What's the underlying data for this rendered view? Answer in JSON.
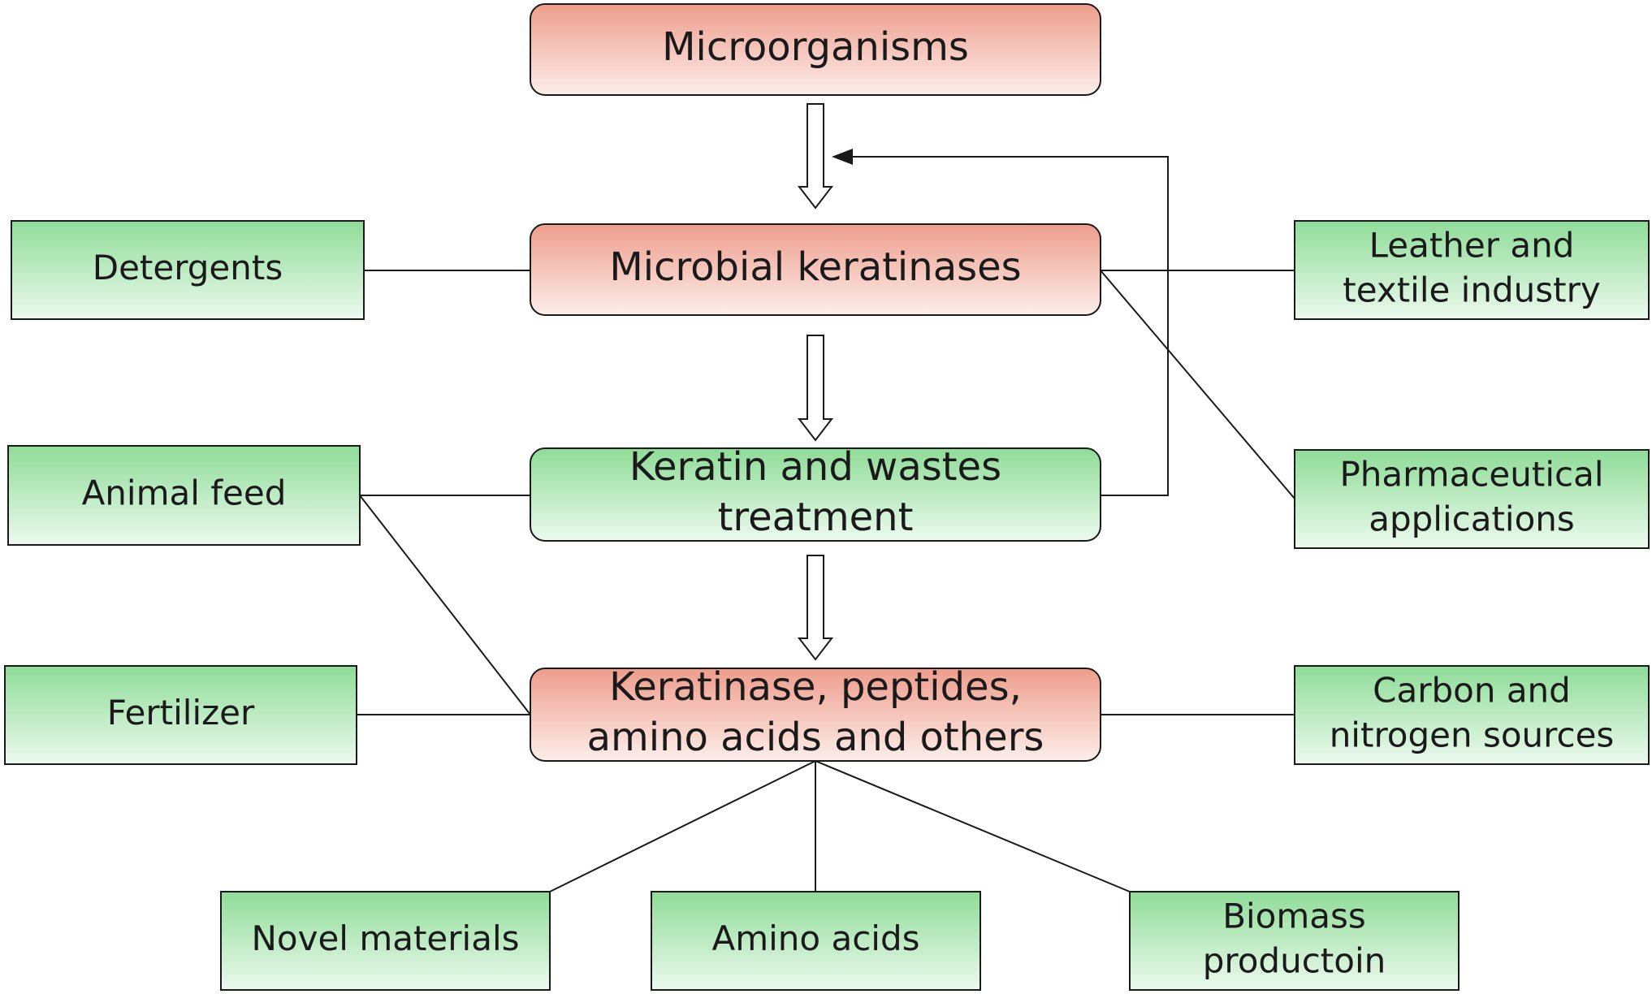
{
  "colors": {
    "main_box_top": "#ee9d8c",
    "main_box_bottom": "#fdeeea",
    "app_box_top": "#8fdc98",
    "app_box_bottom": "#ecfaee",
    "border": "#1a1a1a",
    "connector": "#1a1a1a"
  },
  "nodes": {
    "microorganisms": {
      "lines": [
        "Microorganisms"
      ],
      "style": "main"
    },
    "keratinases": {
      "lines": [
        "Microbial keratinases"
      ],
      "style": "main"
    },
    "keratin_treatment": {
      "lines": [
        "Keratin and wastes",
        "treatment"
      ],
      "style": "app"
    },
    "products": {
      "lines": [
        "Keratinase, peptides,",
        "amino acids and others"
      ],
      "style": "main"
    },
    "detergents": {
      "lines": [
        "Detergents"
      ],
      "style": "app"
    },
    "leather": {
      "lines": [
        "Leather and",
        "textile industry"
      ],
      "style": "app"
    },
    "pharmaceutical": {
      "lines": [
        "Pharmaceutical",
        "applications"
      ],
      "style": "app"
    },
    "animal_feed": {
      "lines": [
        "Animal feed"
      ],
      "style": "app"
    },
    "fertilizer": {
      "lines": [
        "Fertilizer"
      ],
      "style": "app"
    },
    "carbon_nitrogen": {
      "lines": [
        "Carbon and",
        "nitrogen sources"
      ],
      "style": "app"
    },
    "novel_materials": {
      "lines": [
        "Novel materials"
      ],
      "style": "app"
    },
    "amino_acids": {
      "lines": [
        "Amino acids"
      ],
      "style": "app"
    },
    "biomass": {
      "lines": [
        "Biomass",
        "productoin"
      ],
      "style": "app"
    }
  },
  "edges": [
    {
      "from": "microorganisms",
      "to": "keratinases",
      "kind": "block-arrow"
    },
    {
      "from": "keratinases",
      "to": "keratin_treatment",
      "kind": "block-arrow"
    },
    {
      "from": "keratin_treatment",
      "to": "products",
      "kind": "block-arrow"
    },
    {
      "from": "keratin_treatment",
      "to": "keratinases",
      "kind": "feedback-arrow"
    },
    {
      "from": "keratinases",
      "to": "detergents",
      "kind": "line"
    },
    {
      "from": "keratinases",
      "to": "leather",
      "kind": "line"
    },
    {
      "from": "keratinases",
      "to": "pharmaceutical",
      "kind": "line"
    },
    {
      "from": "keratin_treatment",
      "to": "animal_feed",
      "kind": "line"
    },
    {
      "from": "products",
      "to": "animal_feed",
      "kind": "line"
    },
    {
      "from": "products",
      "to": "fertilizer",
      "kind": "line"
    },
    {
      "from": "products",
      "to": "carbon_nitrogen",
      "kind": "line"
    },
    {
      "from": "products",
      "to": "novel_materials",
      "kind": "line"
    },
    {
      "from": "products",
      "to": "amino_acids",
      "kind": "line"
    },
    {
      "from": "products",
      "to": "biomass",
      "kind": "line"
    }
  ]
}
